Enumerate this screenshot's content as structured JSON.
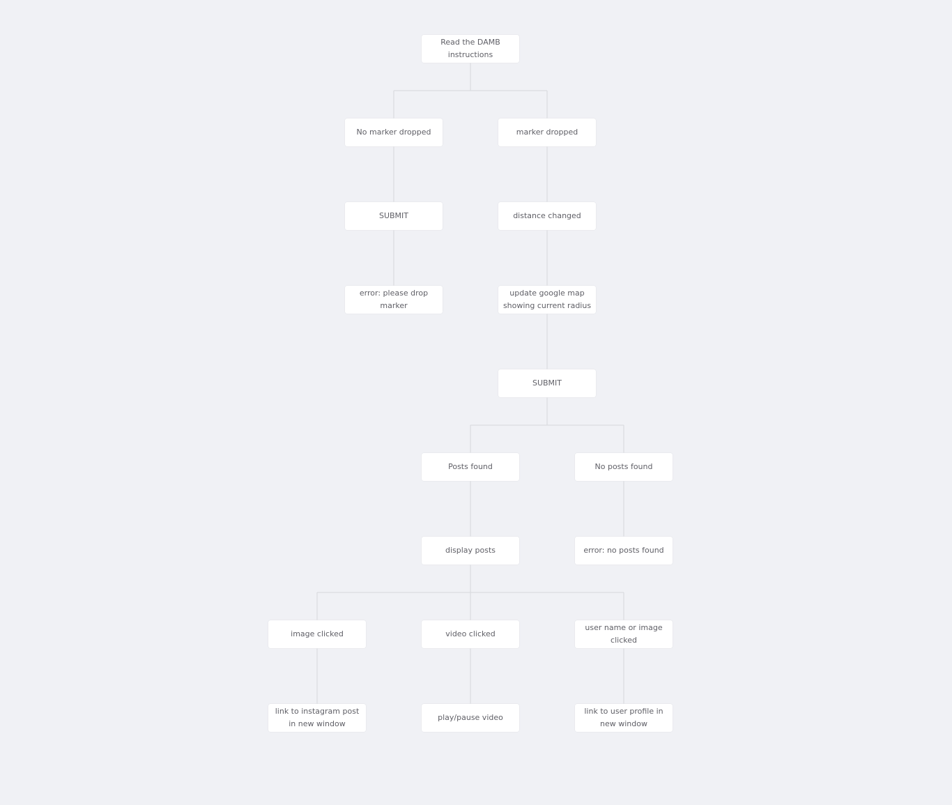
{
  "nodes": {
    "read_instructions": "Read the DAMB instructions",
    "no_marker_dropped": "No marker dropped",
    "marker_dropped": "marker dropped",
    "submit_no_marker": "SUBMIT",
    "distance_changed": "distance changed",
    "error_drop_marker": "error: please drop marker",
    "update_map": "update google map showing current radius",
    "submit_with_marker": "SUBMIT",
    "posts_found": "Posts found",
    "no_posts_found": "No posts found",
    "display_posts": "display posts",
    "error_no_posts": "error: no posts found",
    "image_clicked": "image clicked",
    "video_clicked": "video clicked",
    "user_clicked": "user name or image clicked",
    "link_instagram": "link to instagram post in new window",
    "play_pause": "play/pause video",
    "link_user_profile": "link to user profile in new window"
  },
  "colors": {
    "background": "#f0f1f5",
    "node_fill": "#ffffff",
    "node_text": "#5f5f66",
    "connector": "#d6d7dc"
  }
}
